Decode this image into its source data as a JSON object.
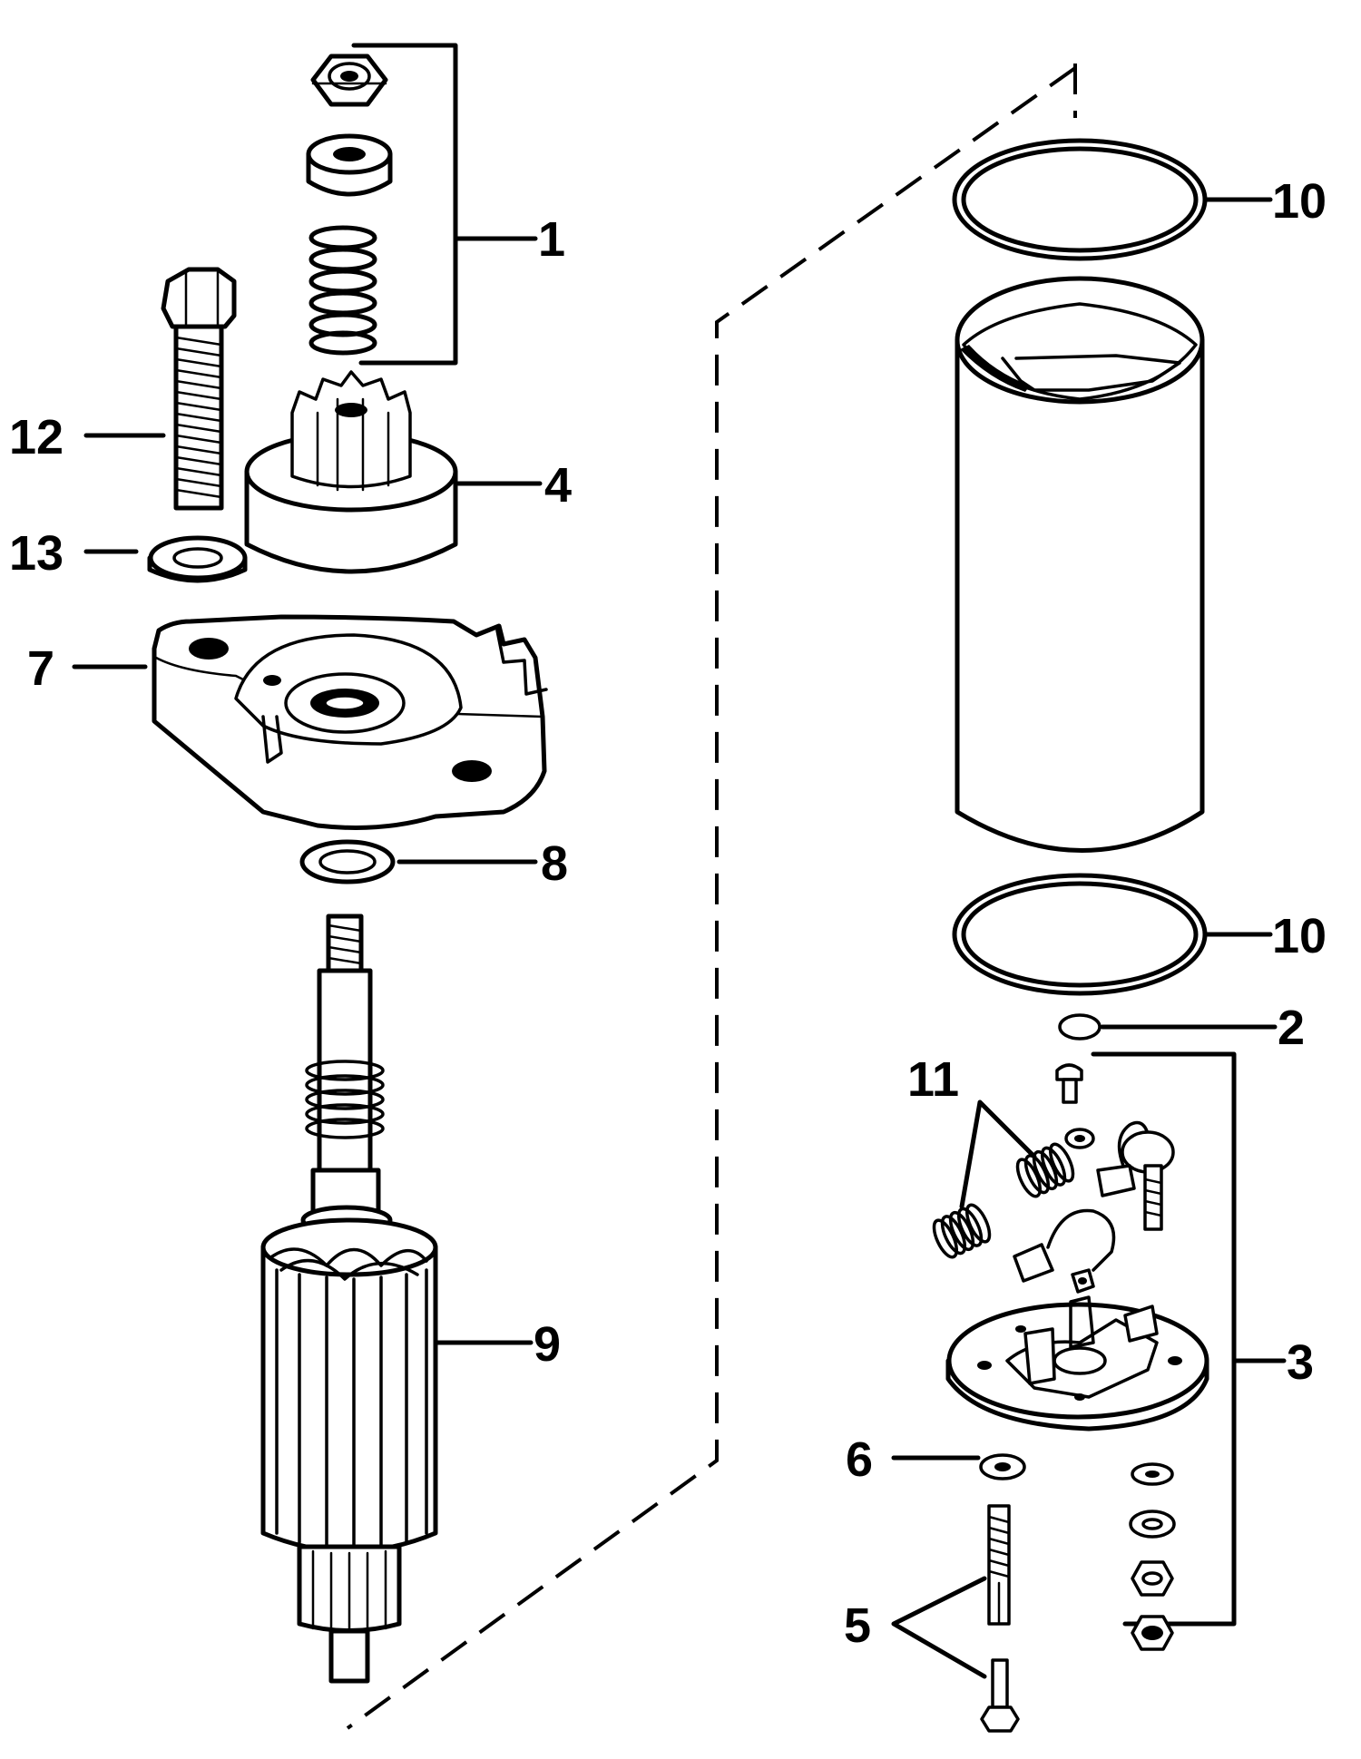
{
  "callouts": {
    "c1": "1",
    "c2": "2",
    "c3": "3",
    "c4": "4",
    "c5": "5",
    "c6": "6",
    "c7": "7",
    "c8": "8",
    "c9": "9",
    "c10a": "10",
    "c10b": "10",
    "c11": "11",
    "c12": "12",
    "c13": "13"
  }
}
